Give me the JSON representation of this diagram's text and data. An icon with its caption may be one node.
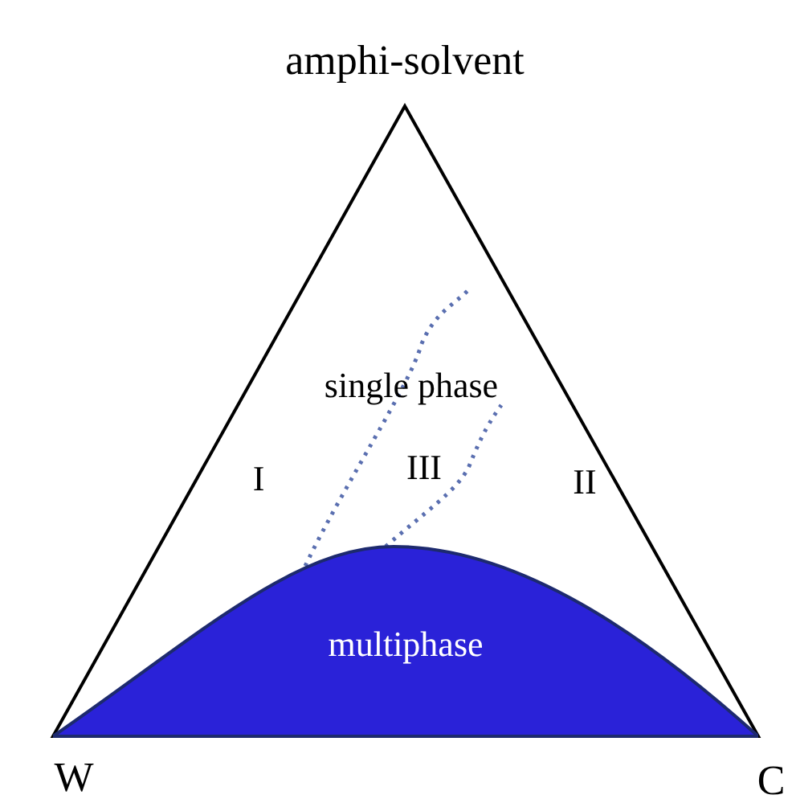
{
  "diagram": {
    "nodes": [
      {
        "text": [
          "multiphase"
        ]
      }
    ],
    "labels": [
      "amphi-solvent",
      "single phase",
      "I",
      "III",
      "II",
      "W",
      "C"
    ]
  }
}
